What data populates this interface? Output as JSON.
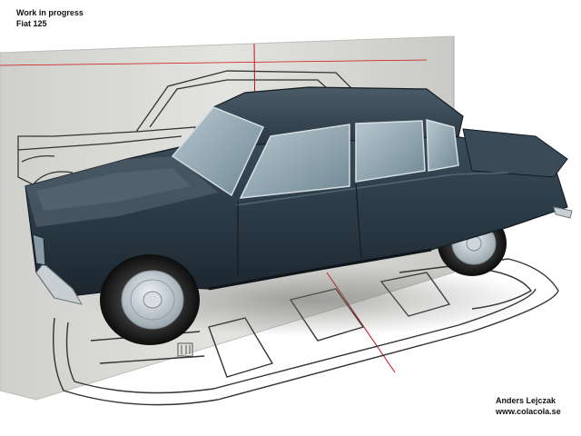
{
  "header": {
    "status": "Work in progress",
    "model": "Fiat 125"
  },
  "credits": {
    "author": "Anders Lejczak",
    "website": "www.colacola.se"
  },
  "colors": {
    "body_paint": "#2a3a46",
    "backdrop": "#d9d9d7",
    "guide_line": "#cc1111",
    "blueprint_ink": "#333333"
  },
  "scene": {
    "subject": "3D render of a Fiat 125 sedan over blueprint planes",
    "views": [
      "side-view-blueprint",
      "top-view-blueprint"
    ]
  }
}
